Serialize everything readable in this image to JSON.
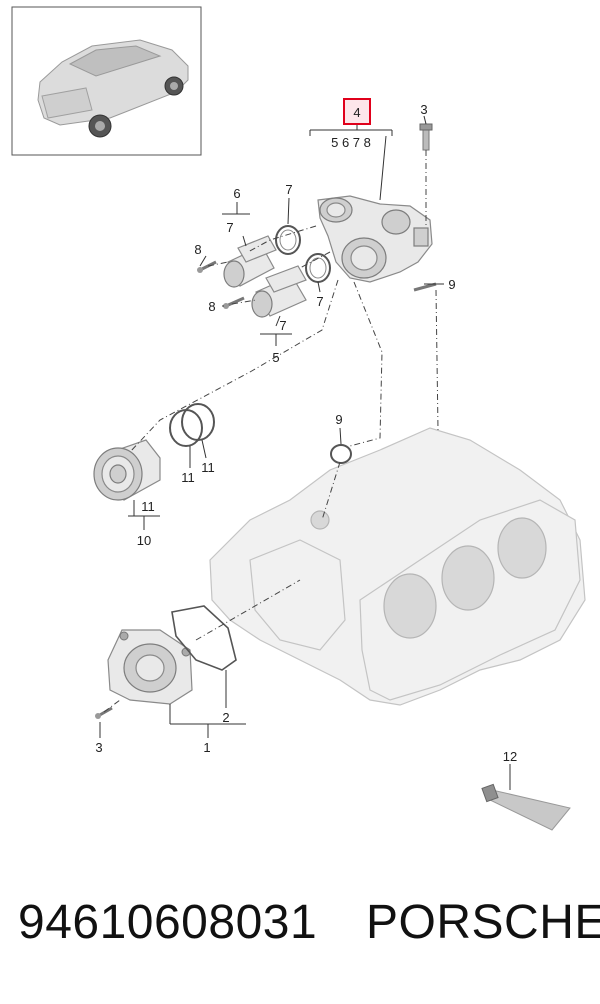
{
  "callouts": {
    "c1": "1",
    "c2": "2",
    "c3a": "3",
    "c3b": "3",
    "c4": "4",
    "c5": "5",
    "c6": "6",
    "c7a": "7",
    "c7b": "7",
    "c7c": "7",
    "c7d": "7",
    "c8a": "8",
    "c8b": "8",
    "c9a": "9",
    "c9b": "9",
    "c10": "10",
    "c11a": "11",
    "c11b": "11",
    "c11c": "11",
    "c12": "12",
    "c4_sub": "5 6 7 8"
  },
  "highlight_color": "#e0001b",
  "footer": {
    "part_number": "94610608031",
    "brand": "PORSCHE"
  }
}
